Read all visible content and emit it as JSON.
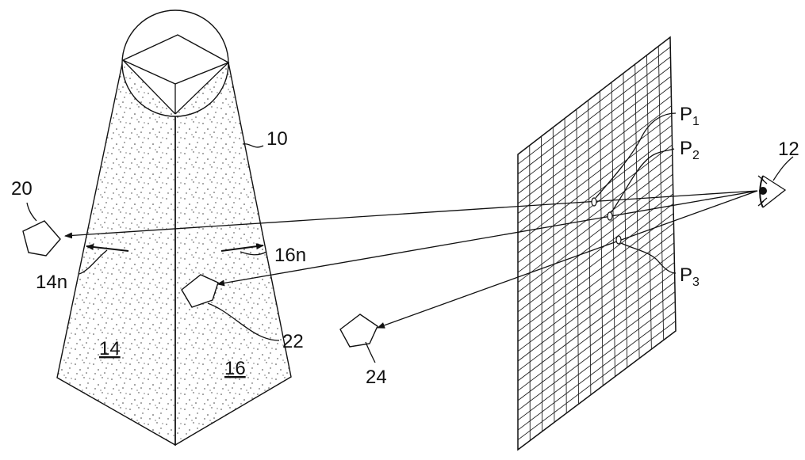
{
  "diagram": {
    "labels": {
      "frustum": "10",
      "viewer": "12",
      "face_left": "14",
      "face_right": "16",
      "normal_left": "14n",
      "normal_right": "16n",
      "object_a": "20",
      "object_b": "22",
      "object_c": "24",
      "p1": "P",
      "p1_sub": "1",
      "p2": "P",
      "p2_sub": "2",
      "p3": "P",
      "p3_sub": "3"
    },
    "icons": {
      "viewer": "eye-icon",
      "objects": "pentagon-icon"
    },
    "colors": {
      "line": "#111111",
      "stipple": "#333333",
      "background": "#ffffff"
    }
  }
}
